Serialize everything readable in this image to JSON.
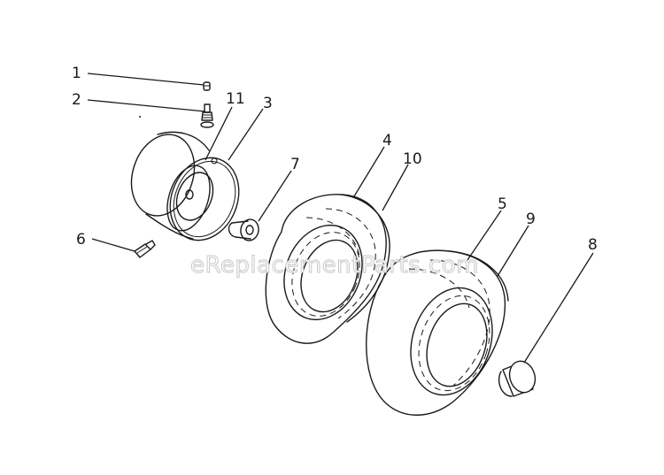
{
  "watermark": "eReplacementParts.com",
  "callouts": {
    "c1": "1",
    "c2": "2",
    "c3": "3",
    "c4": "4",
    "c5": "5",
    "c6": "6",
    "c7": "7",
    "c8": "8",
    "c9": "9",
    "c10": "10",
    "c11": "11"
  }
}
